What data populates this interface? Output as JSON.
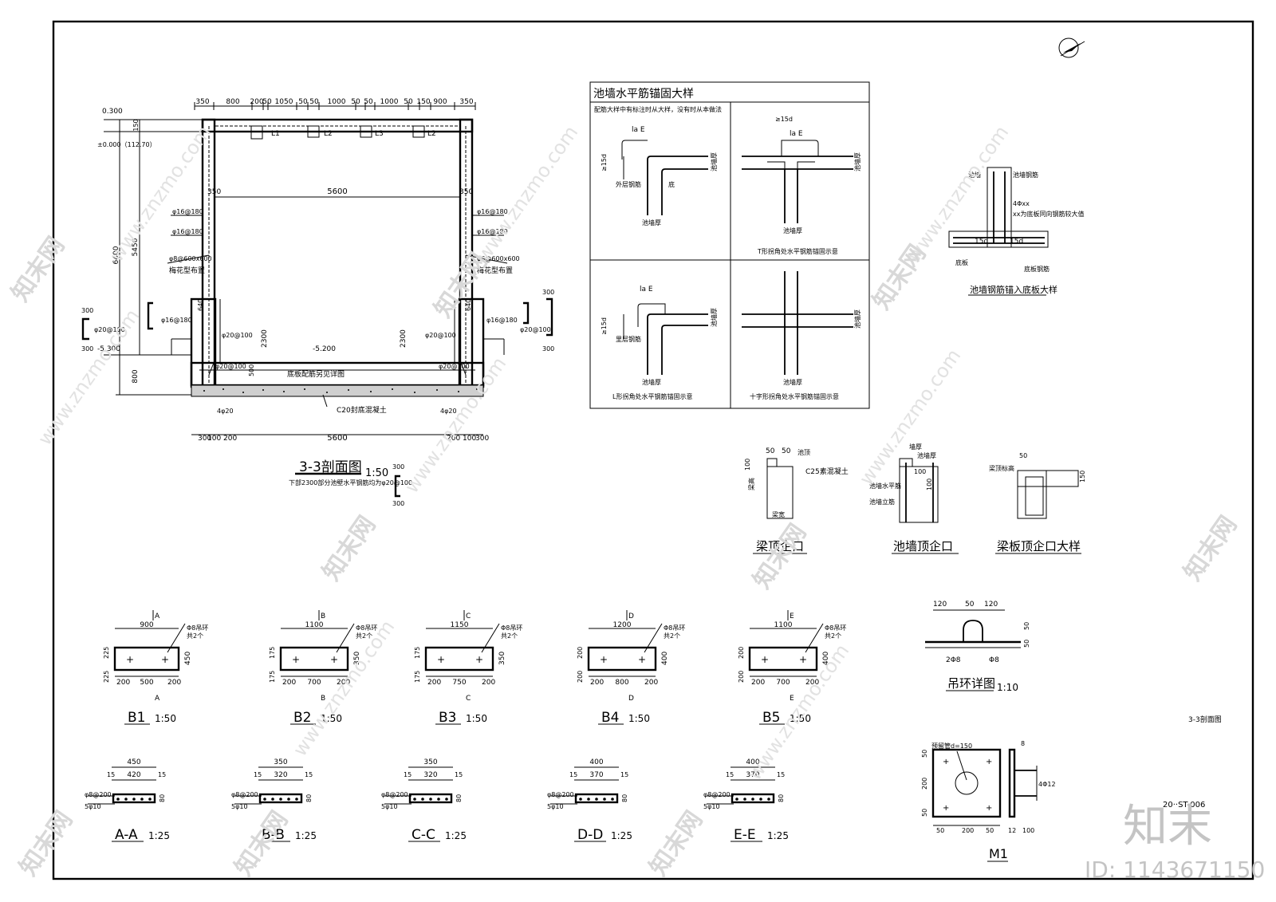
{
  "section": {
    "title": "3-3剖面图",
    "scale": "1:50",
    "note": "下部2300部分池壁水平钢筋均为φ20@100",
    "top_dims": [
      "350",
      "800",
      "200",
      "50",
      "1050",
      "50",
      "50",
      "1000",
      "50",
      "50",
      "1000",
      "50",
      "150",
      "900",
      "350"
    ],
    "beams": [
      "L1",
      "L2",
      "L3",
      "L2"
    ],
    "elev_top": "0.300",
    "elev_ground": "±0.000（112.70）",
    "elev_bottom": "-5.300",
    "elev_floor": "-5.200",
    "dim_150": "150",
    "dim_6400": "6400",
    "dim_5450": "5450",
    "dim_800": "800",
    "dim_350": "350",
    "dim_5600": "5600",
    "dim_640": "640",
    "dim_2300": "2300",
    "dim_500": "500",
    "rebar_16": "φ16@180",
    "rebar_8": "φ8@600x600",
    "plum": "梅花型布置",
    "rebar_20": "φ20@100",
    "rebar_4_20": "4φ20",
    "floor_note": "底板配筋另见详图",
    "concrete_note": "C20封底混凝土",
    "bottom_dims": [
      "300",
      "100",
      "200",
      "5600",
      "200",
      "100",
      "300"
    ],
    "cut_300": "300"
  },
  "anchor": {
    "title": "池墙水平筋锚固大样",
    "note": "配筋大样中有标注时从大样，没有时从本做法",
    "la": "la E",
    "ge15d": "≥15d",
    "outer": "外层钢筋",
    "inner": "里层钢筋",
    "bottom": "底",
    "wall_thk": "池墙厚",
    "cap_t": "T形拐角处水平钢筋锚固示意",
    "cap_l": "L形拐角处水平钢筋锚固示意",
    "cap_x": "十字形拐角处水平钢筋锚固示意"
  },
  "wall_base": {
    "wall": "池墙",
    "wall_rebar": "池墙钢筋",
    "rebar": "4Φxx",
    "rebar_note": "xx为底板同向钢筋较大值",
    "d15": "15d",
    "slab": "底板",
    "slab_rebar": "底板钢筋",
    "title": "池墙钢筋锚入底板大样"
  },
  "details": {
    "beam_title": "梁顶企口",
    "wall_title": "池墙顶企口",
    "slab_title": "梁板顶企口大样",
    "c25": "C25素混凝土",
    "pool_top": "池顶",
    "beam_height": "梁高",
    "beam_width": "梁宽",
    "wall_thk": "墙厚",
    "wall_thk2": "池墙厚",
    "horiz": "池墙水平筋",
    "vert": "池墙立筋",
    "beam_top_elev": "梁顶标高",
    "d50": "50",
    "d100": "100",
    "d150": "150"
  },
  "lifting": {
    "title": "吊环详图",
    "scale": "1:10",
    "dims": [
      "120",
      "50",
      "120"
    ],
    "d50": "50",
    "bar1": "2Φ8",
    "bar2": "Φ8"
  },
  "plates": [
    {
      "id": "B1",
      "cut": "A",
      "width": "900",
      "height": "450",
      "left": "225",
      "left2": "225",
      "b1": "200",
      "b2": "500",
      "b3": "200",
      "note1": "Φ8吊环",
      "note2": "共2个"
    },
    {
      "id": "B2",
      "cut": "B",
      "width": "1100",
      "height": "350",
      "left": "175",
      "left2": "175",
      "b1": "200",
      "b2": "700",
      "b3": "200",
      "note1": "Φ8吊环",
      "note2": "共2个"
    },
    {
      "id": "B3",
      "cut": "C",
      "width": "1150",
      "height": "350",
      "left": "175",
      "left2": "175",
      "b1": "200",
      "b2": "750",
      "b3": "200",
      "note1": "Φ8吊环",
      "note2": "共2个"
    },
    {
      "id": "B4",
      "cut": "D",
      "width": "1200",
      "height": "400",
      "left": "200",
      "left2": "200",
      "b1": "200",
      "b2": "800",
      "b3": "200",
      "note1": "Φ8吊环",
      "note2": "共2个"
    },
    {
      "id": "B5",
      "cut": "E",
      "width": "1100",
      "height": "400",
      "left": "200",
      "left2": "200",
      "b1": "200",
      "b2": "700",
      "b3": "200",
      "note1": "Φ8吊环",
      "note2": "共2个"
    }
  ],
  "plate_scale": "1:50",
  "sections": [
    {
      "id": "A-A",
      "total": "450",
      "inner": "420",
      "d15": "15",
      "r1": "φ8@200",
      "r2": "5φ10",
      "h": "80"
    },
    {
      "id": "B-B",
      "total": "350",
      "inner": "320",
      "d15": "15",
      "r1": "φ8@200",
      "r2": "5φ10",
      "h": "80"
    },
    {
      "id": "C-C",
      "total": "350",
      "inner": "320",
      "d15": "15",
      "r1": "φ8@200",
      "r2": "5φ10",
      "h": "80"
    },
    {
      "id": "D-D",
      "total": "400",
      "inner": "370",
      "d15": "15",
      "r1": "φ8@200",
      "r2": "5φ10",
      "h": "80"
    },
    {
      "id": "E-E",
      "total": "400",
      "inner": "370",
      "d15": "15",
      "r1": "φ8@200",
      "r2": "5φ10",
      "h": "80"
    }
  ],
  "section_scale": "1:25",
  "m1": {
    "title": "M1",
    "pipe": "预留管d=150",
    "dims_v": [
      "50",
      "200",
      "50"
    ],
    "dims_h": [
      "50",
      "200",
      "50"
    ],
    "r12": "12",
    "d100": "100",
    "weld": "8",
    "rebar": "4Φ12"
  },
  "sheet": {
    "label": "3-3剖面图",
    "number": "20··ST-006"
  },
  "watermark": {
    "site": "www.znzmo.com",
    "brand": "知末网",
    "logo": "知末",
    "id": "ID: 1143671150"
  }
}
